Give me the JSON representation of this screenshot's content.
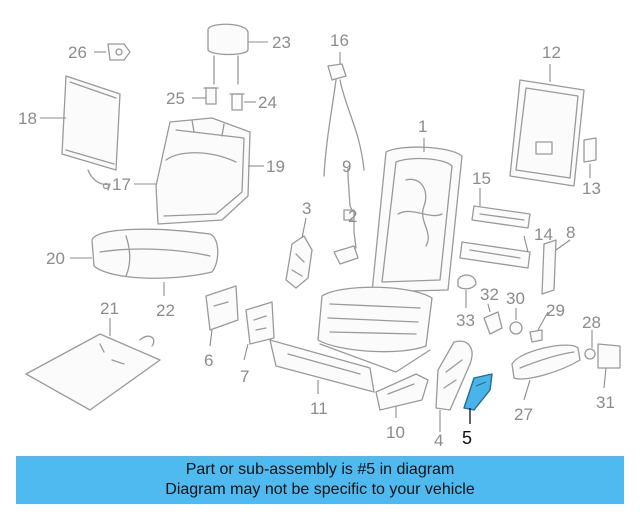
{
  "diagram": {
    "highlighted_part": "5",
    "colors": {
      "highlight": "#4ab3e8",
      "line": "#9a9a9a",
      "banner": "#4fbaf0"
    },
    "callouts": {
      "c1": "1",
      "c2": "2",
      "c3": "3",
      "c4": "4",
      "c5": "5",
      "c6": "6",
      "c7": "7",
      "c8": "8",
      "c9": "9",
      "c10": "10",
      "c11": "11",
      "c12": "12",
      "c13": "13",
      "c14": "14",
      "c15": "15",
      "c16": "16",
      "c17": "17",
      "c18": "18",
      "c19": "19",
      "c20": "20",
      "c21": "21",
      "c22": "22",
      "c23": "23",
      "c24": "24",
      "c25": "25",
      "c26": "26",
      "c27": "27",
      "c28": "28",
      "c29": "29",
      "c30": "30",
      "c31": "31",
      "c32": "32",
      "c33": "33"
    }
  },
  "banner": {
    "line1": "Part or sub-assembly is #5 in diagram",
    "line2": "Diagram may not be specific to your vehicle"
  }
}
